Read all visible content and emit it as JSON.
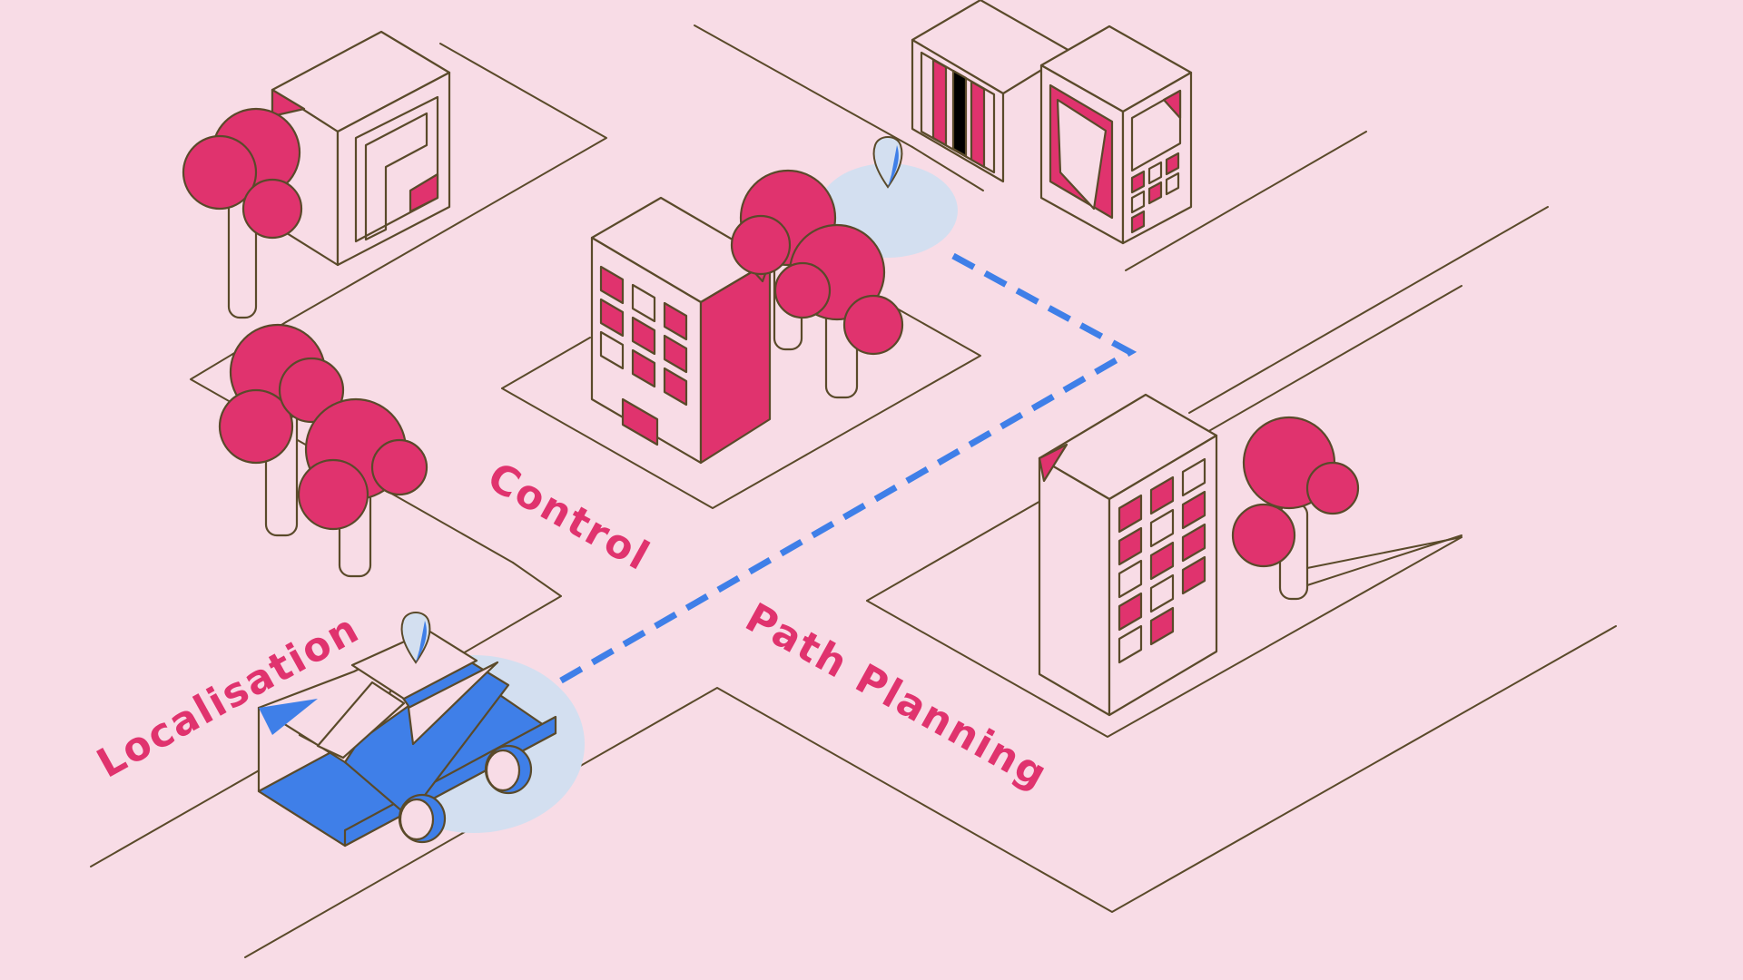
{
  "colors": {
    "background": "#f8dce6",
    "accent_pink": "#e0336e",
    "accent_blue": "#3f7fe8",
    "light_blue": "#d3dff0",
    "outline": "#5a4a2a",
    "surface": "#f8dce6"
  },
  "labels": {
    "localisation": "Localisation",
    "control": "Control",
    "path_planning": "Path Planning"
  },
  "icons": {
    "car": "car-icon",
    "start_pin": "location-pin-icon",
    "goal_pin": "location-pin-icon"
  }
}
